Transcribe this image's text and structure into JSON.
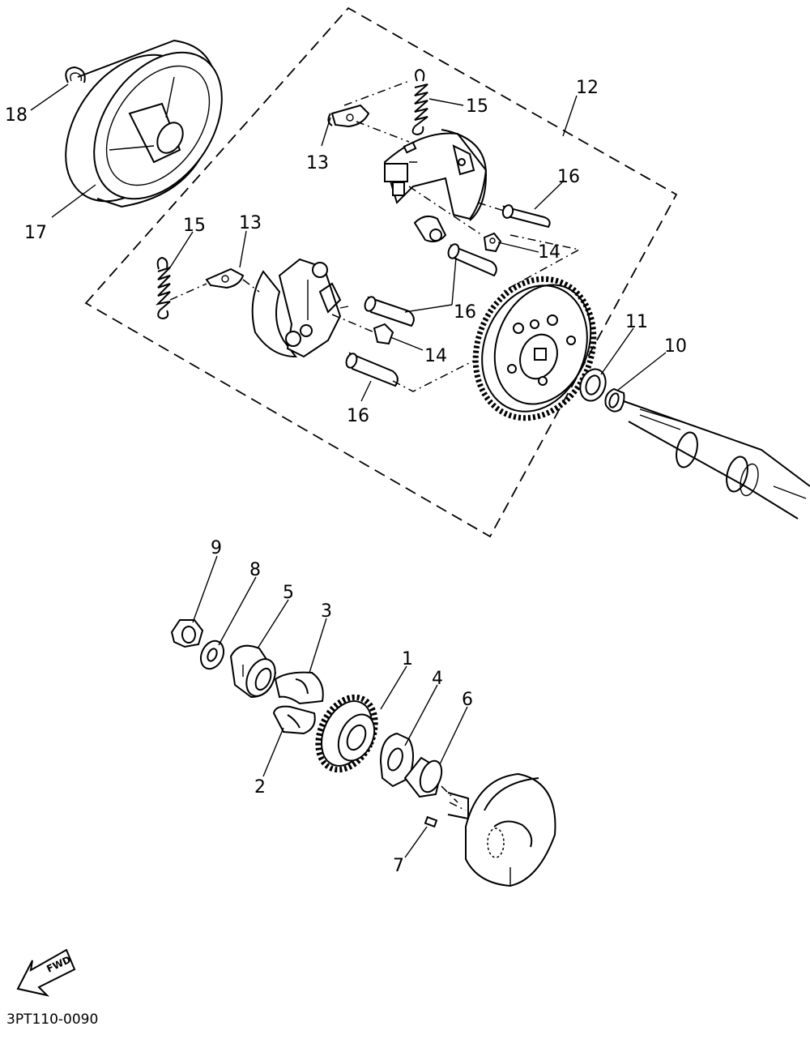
{
  "diagram": {
    "drawing_code": "3PT110-0090",
    "direction_label": "FWD",
    "callouts": [
      "1",
      "2",
      "3",
      "4",
      "5",
      "6",
      "7",
      "8",
      "9",
      "10",
      "11",
      "12",
      "13",
      "14",
      "15",
      "16",
      "17",
      "18"
    ]
  },
  "colors": {
    "line": "#000000",
    "background": "#ffffff"
  }
}
